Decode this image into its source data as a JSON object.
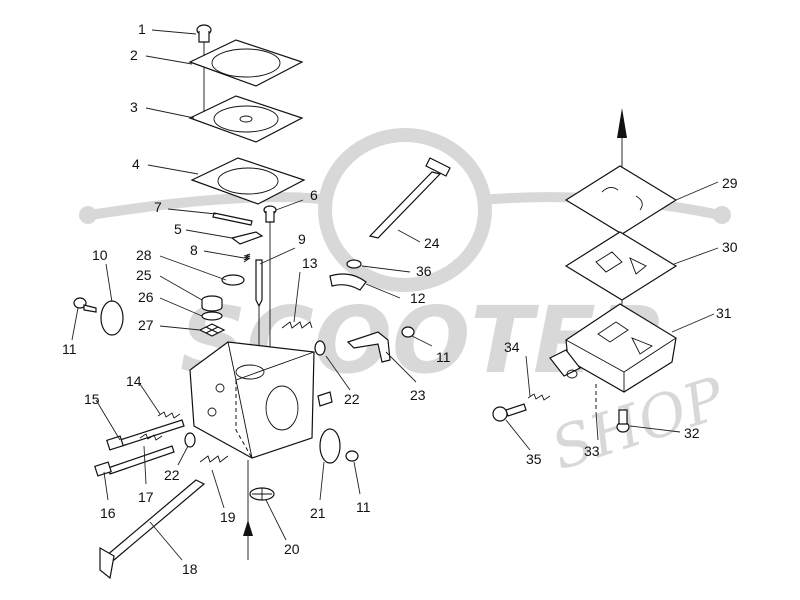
{
  "watermark": {
    "text": "SCOOTER",
    "suffix": "SHOP"
  },
  "colors": {
    "line": "#111111",
    "watermark": "#d4d4d4",
    "background": "#ffffff"
  },
  "callouts": {
    "c1": "1",
    "c2": "2",
    "c3": "3",
    "c4": "4",
    "c5": "5",
    "c6": "6",
    "c7": "7",
    "c8": "8",
    "c9": "9",
    "c10": "10",
    "c11a": "11",
    "c11b": "11",
    "c11c": "11",
    "c12": "12",
    "c13": "13",
    "c14": "14",
    "c15": "15",
    "c16": "16",
    "c17": "17",
    "c18": "18",
    "c19": "19",
    "c20": "20",
    "c21": "21",
    "c22a": "22",
    "c22b": "22",
    "c23": "23",
    "c24": "24",
    "c25": "25",
    "c26": "26",
    "c27": "27",
    "c28": "28",
    "c29": "29",
    "c30": "30",
    "c31": "31",
    "c32": "32",
    "c33": "33",
    "c34": "34",
    "c35": "35",
    "c36": "36"
  }
}
